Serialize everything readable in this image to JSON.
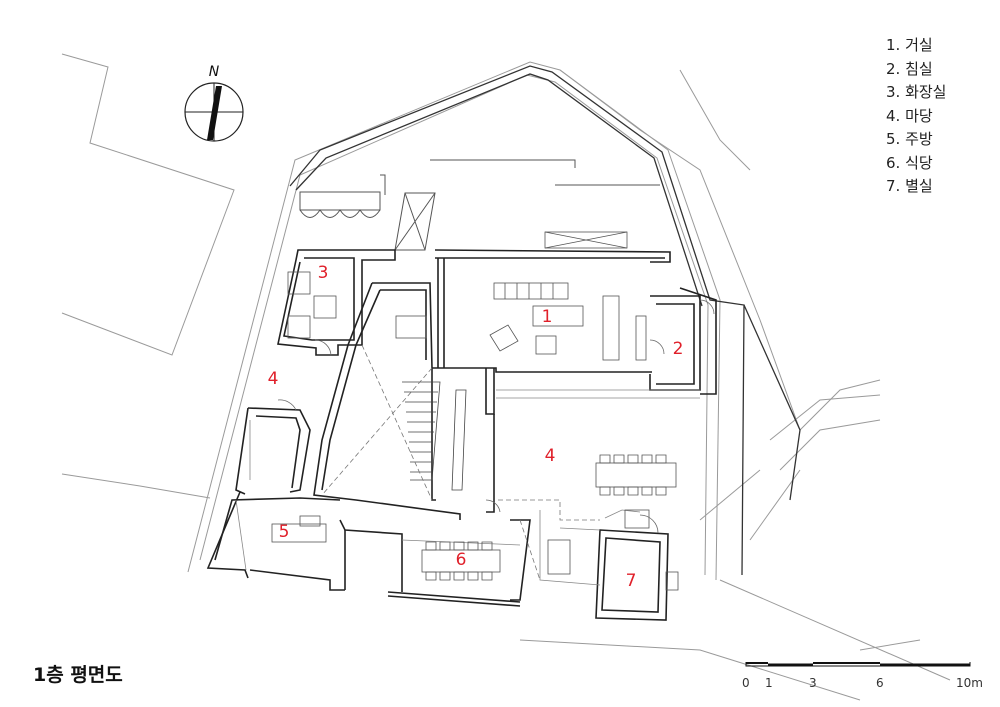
{
  "title": "1층 평면도",
  "legend": [
    "1. 거실",
    "2. 침실",
    "3. 화장실",
    "4. 마당",
    "5. 주방",
    "6. 식당",
    "7. 별실"
  ],
  "rooms": [
    {
      "id": "1"
    },
    {
      "id": "2"
    },
    {
      "id": "3"
    },
    {
      "id": "4"
    },
    {
      "id": "4"
    },
    {
      "id": "5"
    },
    {
      "id": "6"
    },
    {
      "id": "7"
    }
  ],
  "north_label": "N",
  "scale": {
    "labels": [
      "0",
      "1",
      "3",
      "6",
      "10m"
    ]
  },
  "colors": {
    "room_number": "#e0202a",
    "wall": "#222222",
    "thin_line": "#9a9a9a"
  }
}
